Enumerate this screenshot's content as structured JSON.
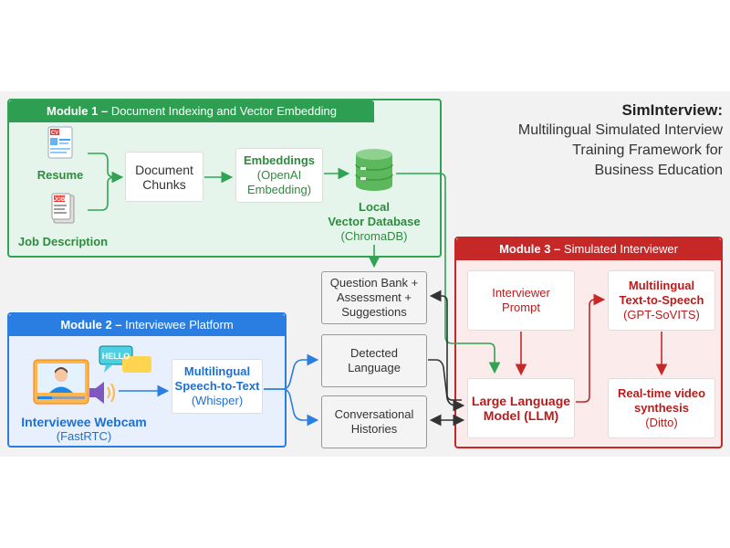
{
  "title": {
    "main": "SimInterview:",
    "sub": [
      "Multilingual Simulated Interview",
      "Training Framework for",
      "Business Education"
    ]
  },
  "module1": {
    "head_bold": "Module 1 –",
    "head_rest": "Document Indexing and Vector Embedding",
    "resume_label": "Resume",
    "resume_icon_text": "CV",
    "job_label": "Job Description",
    "job_icon_text": "JOB",
    "chunks": [
      "Document",
      "Chunks"
    ],
    "embeddings": {
      "title": "Embeddings",
      "sub": [
        "(OpenAI",
        "Embedding)"
      ]
    },
    "vectordb": {
      "title": [
        "Local",
        "Vector Database"
      ],
      "sub": "(ChromaDB)"
    }
  },
  "module2": {
    "head_bold": "Module 2 –",
    "head_rest": "Interviewee Platform",
    "webcam": {
      "title": "Interviewee Webcam",
      "sub": "(FastRTC)"
    },
    "speech_bubble": "HELLO",
    "stt": {
      "title": [
        "Multilingual",
        "Speech-to-Text"
      ],
      "sub": "(Whisper)"
    }
  },
  "module3": {
    "head_bold": "Module 3 –",
    "head_rest": "Simulated Interviewer",
    "prompt": [
      "Interviewer",
      "Prompt"
    ],
    "tts": {
      "title": [
        "Multilingual",
        "Text-to-Speech"
      ],
      "sub": "(GPT-SoVITS)"
    },
    "llm": [
      "Large Language",
      "Model (LLM)"
    ],
    "video": {
      "title": [
        "Real-time video",
        "synthesis"
      ],
      "sub": "(Ditto)"
    }
  },
  "middle": {
    "question_bank": [
      "Question Bank +",
      "Assessment +",
      "Suggestions"
    ],
    "detected_language": [
      "Detected",
      "Language"
    ],
    "histories": [
      "Conversational",
      "Histories"
    ]
  },
  "colors": {
    "green": "#31a354",
    "blue": "#2a7de1",
    "red": "#c62828",
    "dark": "#333333"
  }
}
